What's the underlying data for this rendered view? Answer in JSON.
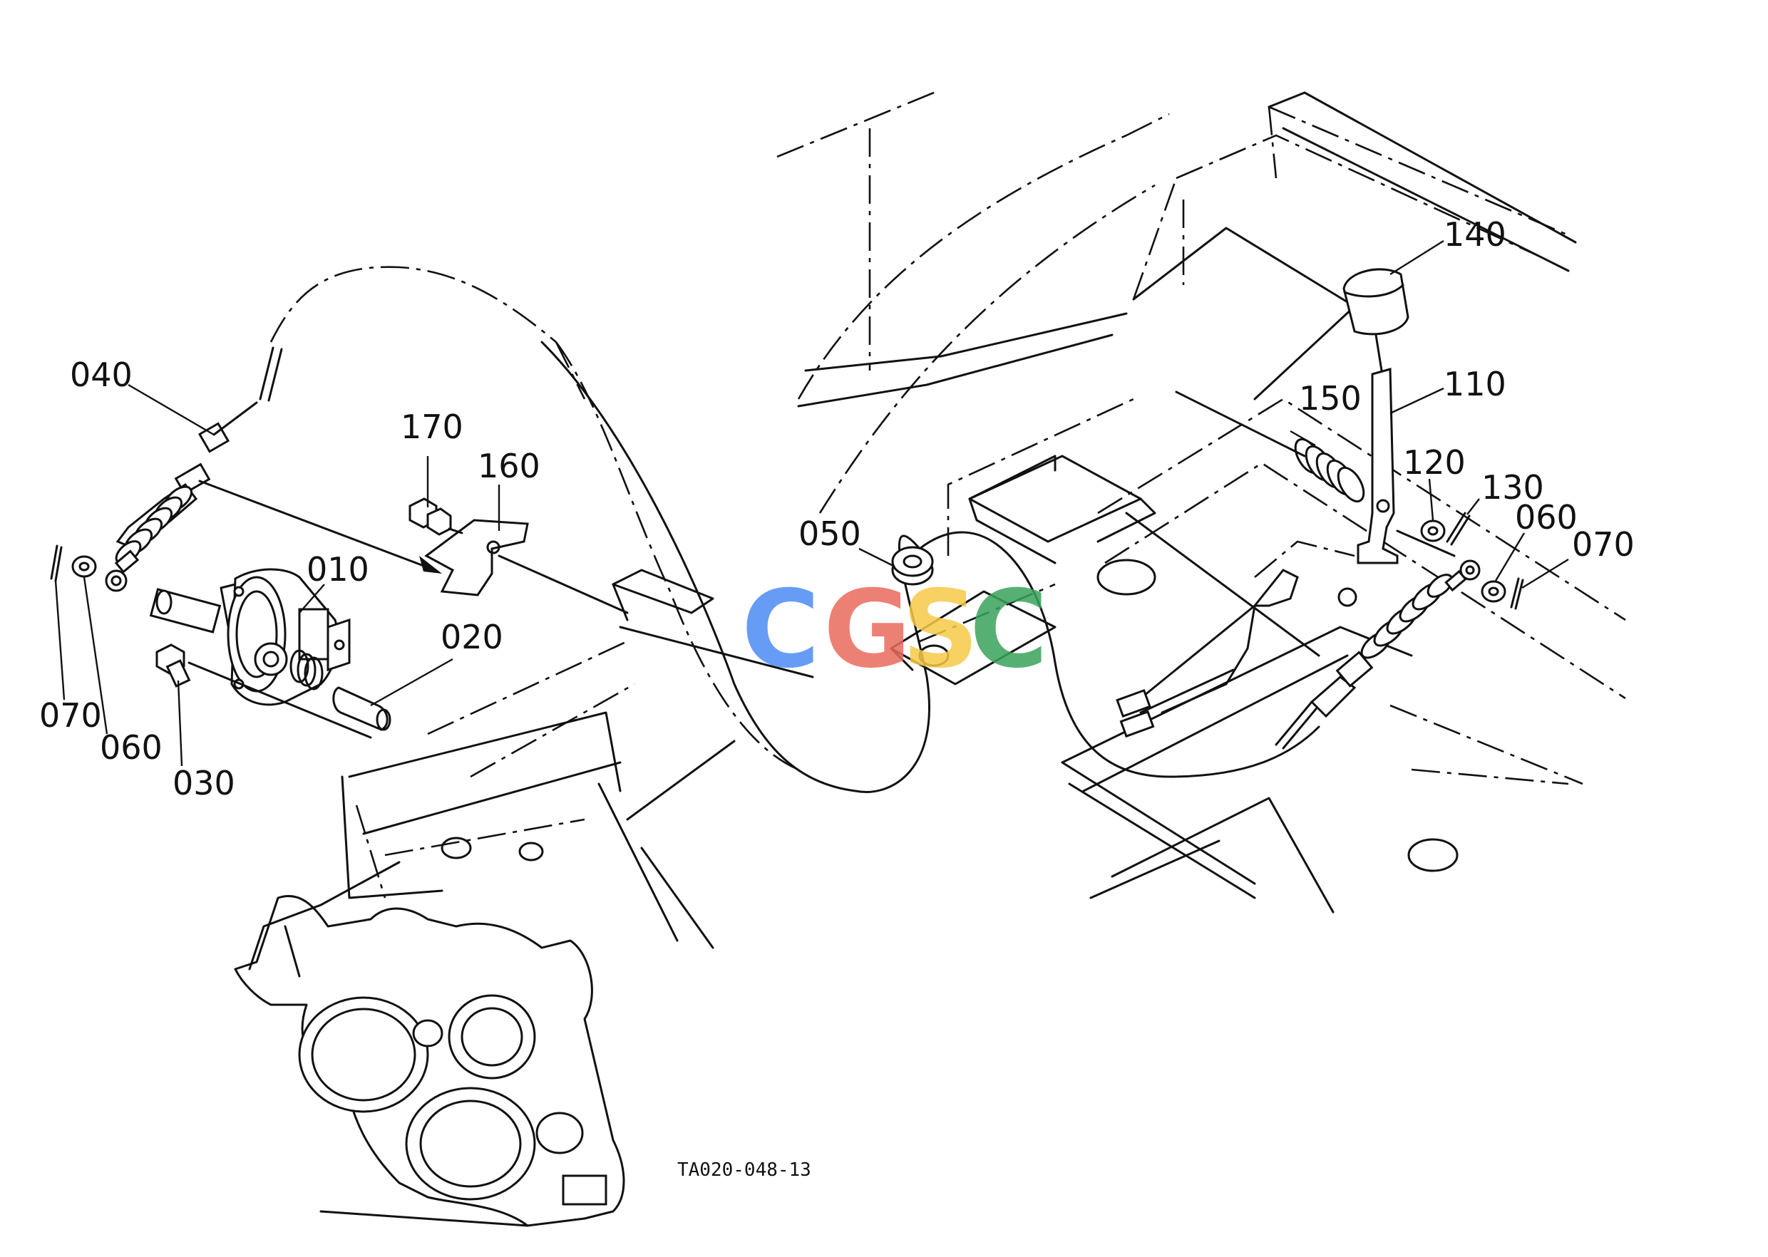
{
  "callouts": {
    "p010": "010",
    "p020": "020",
    "p030": "030",
    "p040": "040",
    "p050": "050",
    "p060_left": "060",
    "p060_right": "060",
    "p070_left": "070",
    "p070_right": "070",
    "p110": "110",
    "p120": "120",
    "p130": "130",
    "p140": "140",
    "p150": "150",
    "p160": "160",
    "p170": "170"
  },
  "drawing_code": "TA020-048-13",
  "watermark": {
    "letters": [
      "C",
      "G",
      "S",
      "C"
    ],
    "colors": [
      "#4c8bf5",
      "#ea6b5e",
      "#f7c948",
      "#3aa35b"
    ]
  }
}
